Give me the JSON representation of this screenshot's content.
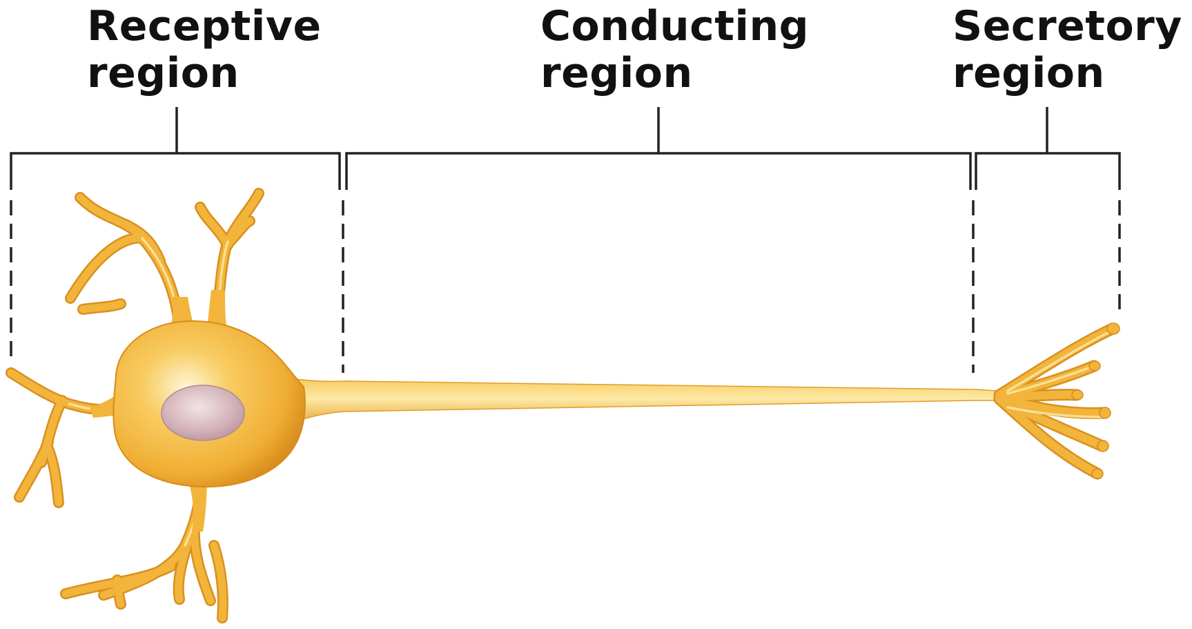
{
  "diagram": {
    "regions": [
      {
        "id": "receptive",
        "line1": "Receptive",
        "line2": "region"
      },
      {
        "id": "conducting",
        "line1": "Conducting",
        "line2": "region"
      },
      {
        "id": "secretory",
        "line1": "Secretory",
        "line2": "region"
      }
    ]
  },
  "colors": {
    "neuron_body": "#f2b43a",
    "neuron_highlight": "#fff3c4",
    "neuron_shadow": "#d9901e",
    "nucleus": "#c9a6b0",
    "nucleus_highlight": "#ead8dc",
    "bracket_line": "#222222",
    "text": "#111111",
    "background": "#ffffff"
  }
}
